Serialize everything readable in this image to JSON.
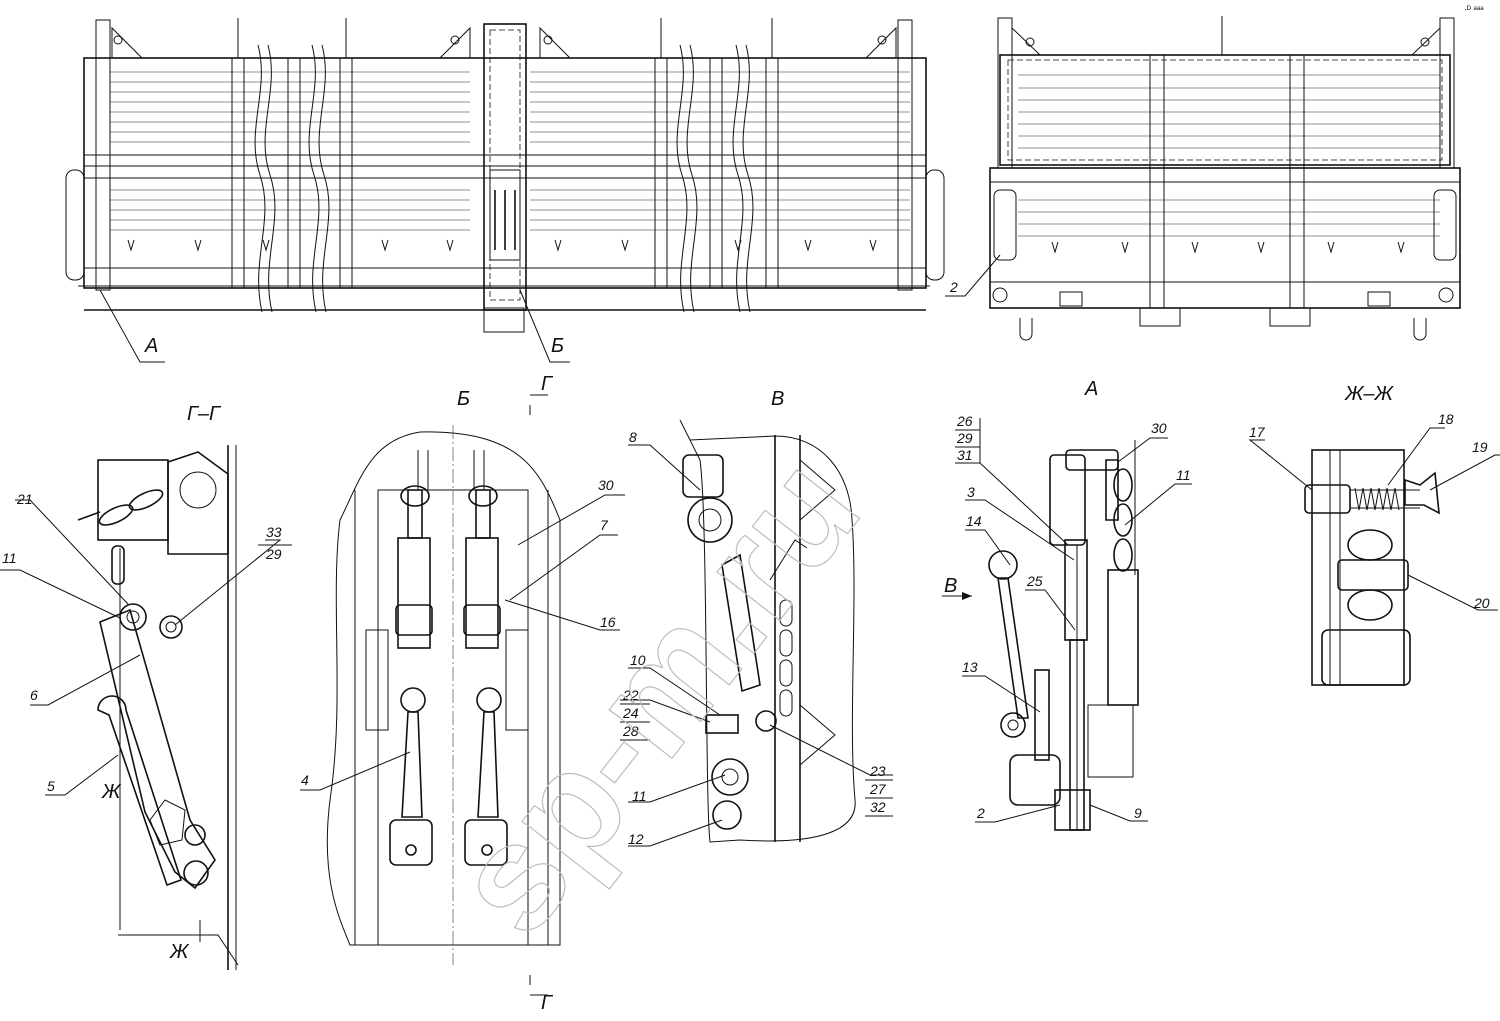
{
  "corner_mark": "·ᴰ ᵃᵃᵃ",
  "watermark": "sp-m.ru",
  "views": {
    "gg": "Г–Г",
    "b": "Б",
    "v": "В",
    "a": "А",
    "zhzh": "Ж–Ж"
  },
  "section_marks": {
    "g_top": "Г",
    "g_bottom": "Г",
    "zh_upper": "Ж",
    "zh_lower": "Ж"
  },
  "callouts_top": {
    "a": "А",
    "b": "Б",
    "two": "2"
  },
  "view_v_arrow": "В",
  "gg_labels": {
    "l21": "21",
    "l11": "11",
    "l33": "33",
    "l29": "29",
    "l6": "6",
    "l5": "5"
  },
  "b_labels": {
    "l30": "30",
    "l7": "7",
    "l16": "16",
    "l4": "4"
  },
  "v_labels": {
    "l8": "8",
    "l10": "10",
    "l22": "22",
    "l24": "24",
    "l28": "28",
    "l11": "11",
    "l12": "12",
    "l23": "23",
    "l27": "27",
    "l32": "32"
  },
  "a_labels": {
    "l26": "26",
    "l29": "29",
    "l31": "31",
    "l30": "30",
    "l3": "3",
    "l11": "11",
    "l14": "14",
    "l25": "25",
    "l13": "13",
    "l2": "2",
    "l9": "9"
  },
  "zh_labels": {
    "l17": "17",
    "l18": "18",
    "l19": "19",
    "l20": "20"
  }
}
